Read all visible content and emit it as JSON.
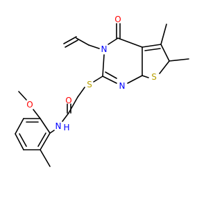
{
  "molecule": {
    "atom_labels": {
      "oxygen_carbonyl_ring": "O",
      "nitrogen_ring_n3": "N",
      "sulfur_thioether": "S",
      "nitrogen_ring_n1": "N",
      "sulfur_thiophene": "S",
      "oxygen_amide": "O",
      "nitrogen_amide": "N",
      "hydrogen_amide": "H",
      "oxygen_methoxy": "O"
    },
    "colors": {
      "bond": "#000000",
      "oxygen": "#ff0000",
      "nitrogen": "#0000ff",
      "sulfur": "#b8a000"
    }
  }
}
